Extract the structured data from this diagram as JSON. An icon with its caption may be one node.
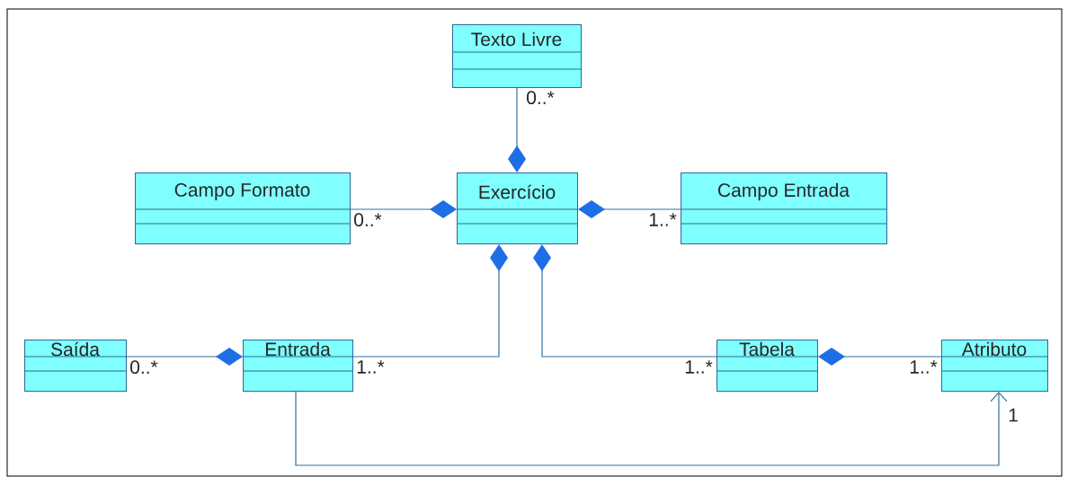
{
  "diagram": {
    "nodes": [
      {
        "text": [
          "Texto Livre"
        ]
      },
      {
        "text": [
          "Campo Formato"
        ]
      },
      {
        "text": [
          "Exercício"
        ]
      },
      {
        "text": [
          "Campo Entrada"
        ]
      },
      {
        "text": [
          "Saída"
        ]
      },
      {
        "text": [
          "Entrada"
        ]
      },
      {
        "text": [
          "Tabela"
        ]
      },
      {
        "text": [
          "Atributo"
        ]
      }
    ],
    "edges": [
      {
        "from": 0,
        "to": 2,
        "arrow": "other",
        "label": "0..*"
      },
      {
        "from": 1,
        "to": 2,
        "arrow": "other",
        "label": "0..*"
      },
      {
        "from": 3,
        "to": 2,
        "arrow": "other",
        "label": "1..*"
      },
      {
        "from": 5,
        "to": 2,
        "arrow": "other",
        "label": "1..*"
      },
      {
        "from": 6,
        "to": 2,
        "arrow": "other",
        "label": "1..*"
      },
      {
        "from": 4,
        "to": 5,
        "arrow": "other",
        "label": "0..*"
      },
      {
        "from": 7,
        "to": 6,
        "arrow": "other",
        "label": "1..*"
      },
      {
        "from": 5,
        "to": 7,
        "arrow": "to",
        "label": "1"
      }
    ]
  }
}
